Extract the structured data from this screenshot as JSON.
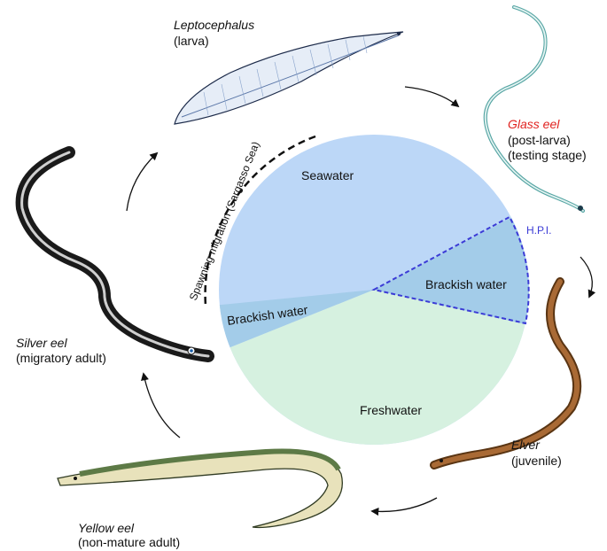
{
  "title": "",
  "colors": {
    "seawater": "#bcd7f7",
    "brackish": "#a3cce9",
    "freshwater": "#d6f1e0",
    "hpi": "#3b3bd6",
    "glass_eel": "#e0221f"
  },
  "zones": {
    "seawater": "Seawater",
    "brackish_left": "Brackish water",
    "brackish_right": "Brackish water",
    "freshwater": "Freshwater",
    "hpi": "H.P.I."
  },
  "migration_label": "Spawning migration (Sargasso Sea)",
  "stages": [
    {
      "id": "leptocephalus",
      "name": "Leptocephalus",
      "sub": [
        "(larva)"
      ]
    },
    {
      "id": "glass",
      "name": "Glass eel",
      "sub": [
        "(post-larva)",
        "(testing stage)"
      ]
    },
    {
      "id": "elver",
      "name": "Elver",
      "sub": [
        "(juvenile)"
      ]
    },
    {
      "id": "yellow",
      "name": "Yellow eel",
      "sub": [
        "(non-mature adult)"
      ]
    },
    {
      "id": "silver",
      "name": "Silver eel",
      "sub": [
        "(migratory adult)"
      ]
    }
  ],
  "icons": [
    "leptocephalus-larva-icon",
    "glass-eel-icon",
    "elver-icon",
    "yellow-eel-icon",
    "silver-eel-icon",
    "cycle-arrow-icon"
  ]
}
